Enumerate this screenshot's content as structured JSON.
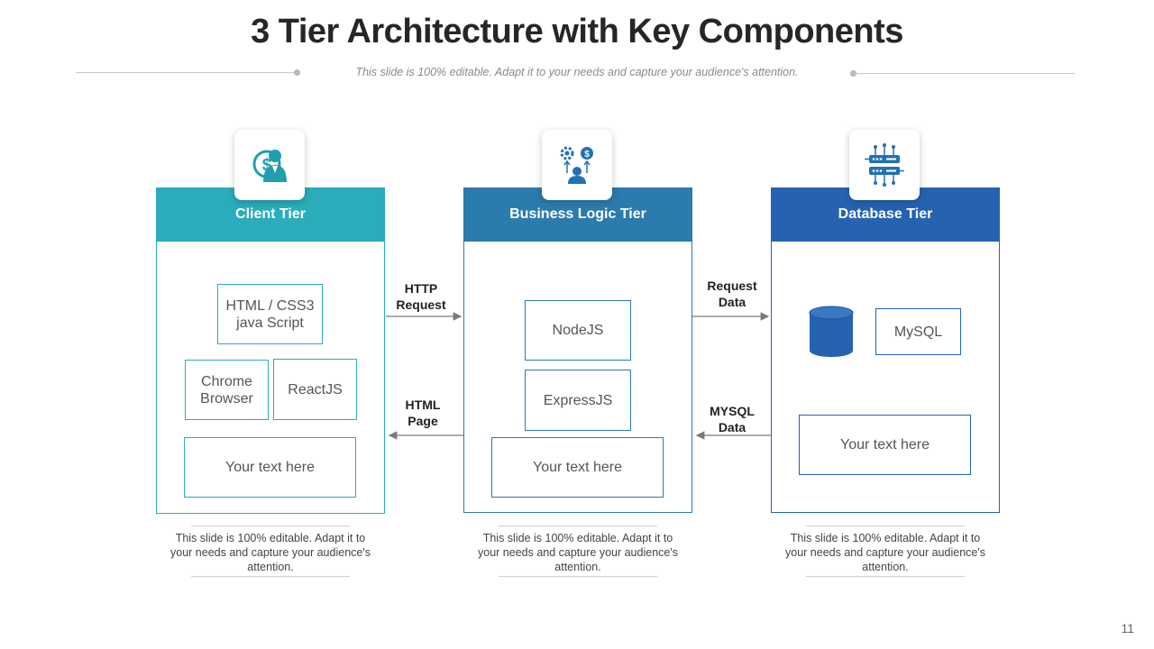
{
  "title": "3 Tier Architecture with Key Components",
  "subtitle": "This slide is 100% editable. Adapt it to your needs and capture your audience's attention.",
  "colors": {
    "client": "#2aacba",
    "business": "#2c7bad",
    "database": "#2563b1",
    "icon_teal": "#1f9fb0",
    "icon_blue": "#2470b5"
  },
  "tiers": {
    "client": {
      "title": "Client Tier",
      "icon": "user-dollar-icon",
      "components": [
        "HTML / CSS3 java Script",
        "Chrome Browser",
        "ReactJS",
        "Your text here"
      ],
      "footer": "This slide is 100% editable. Adapt it to your needs and capture your audience's attention."
    },
    "business": {
      "title": "Business Logic Tier",
      "icon": "business-logic-icon",
      "components": [
        "NodeJS",
        "ExpressJS",
        "Your text here"
      ],
      "footer": "This slide is 100% editable. Adapt it to your needs and capture your audience's attention."
    },
    "database": {
      "title": "Database Tier",
      "icon": "server-circuit-icon",
      "components": [
        "MySQL",
        "Your text here"
      ],
      "footer": "This slide is 100% editable. Adapt it to your needs and capture your audience's attention."
    }
  },
  "arrows": {
    "http_request": "HTTP Request",
    "html_page": "HTML Page",
    "request_data": "Request Data",
    "mysql_data": "MYSQL Data"
  },
  "page_number": "11"
}
